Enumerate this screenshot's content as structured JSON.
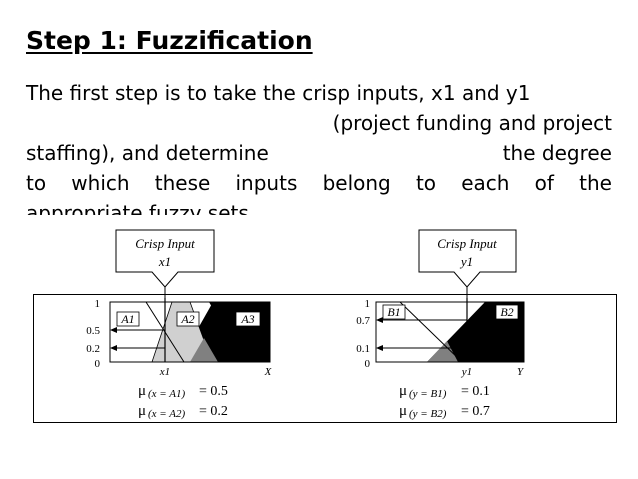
{
  "slide": {
    "title": "Step 1: Fuzzification",
    "paragraph": {
      "line1": "The first step is to take the crisp inputs, x1 and y1",
      "line2": "(project funding and project",
      "line3_a": "staffing), and determine",
      "line3_b": "the degree",
      "line4_words": [
        "to",
        "which",
        "these",
        "inputs",
        "belong",
        "to",
        "each",
        "of",
        "the"
      ],
      "line5": "appropriate fuzzy sets."
    }
  },
  "figure": {
    "left_panel": {
      "callout_title": "Crisp Input",
      "callout_var": "x1",
      "y_ticks": [
        "1",
        "0.5",
        "0.2",
        "0"
      ],
      "set_labels": [
        "A1",
        "A2",
        "A3"
      ],
      "x_tick": "x1",
      "axis_label": "X",
      "memberships": [
        {
          "mu": "μ",
          "sub": "(x = A1)",
          "eq": "= 0.5"
        },
        {
          "mu": "μ",
          "sub": "(x = A2)",
          "eq": "= 0.2"
        }
      ]
    },
    "right_panel": {
      "callout_title": "Crisp Input",
      "callout_var": "y1",
      "y_ticks": [
        "1",
        "0.7",
        "0.1",
        "0"
      ],
      "set_labels": [
        "B1",
        "B2"
      ],
      "x_tick": "y1",
      "axis_label": "Y",
      "memberships": [
        {
          "mu": "μ",
          "sub": "(y = B1)",
          "eq": "= 0.1"
        },
        {
          "mu": "μ",
          "sub": "(y = B2)",
          "eq": "= 0.7"
        }
      ]
    },
    "colors": {
      "light": "#d0d0d0",
      "dark": "#808080",
      "black": "#000000"
    }
  }
}
